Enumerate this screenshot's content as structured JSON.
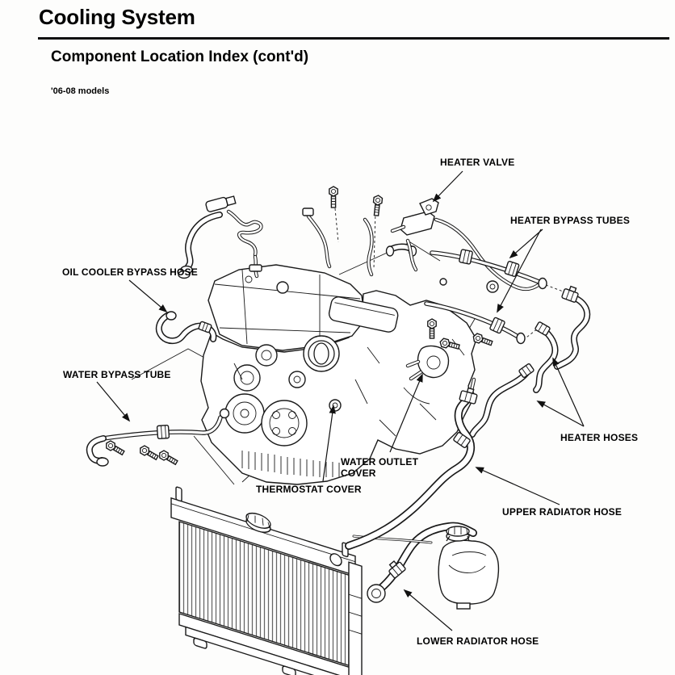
{
  "page": {
    "section_title": "Cooling System",
    "heading": "Component Location Index (cont'd)",
    "model_note": "'06-08 models"
  },
  "diagram": {
    "type": "engine-cooling-component-location-drawing",
    "line_color": "#1a1a1a",
    "watermark_color": "#a8c7de",
    "labels": [
      {
        "id": "heater-valve",
        "text": "HEATER VALVE"
      },
      {
        "id": "heater-bypass-tubes",
        "text": "HEATER BYPASS TUBES"
      },
      {
        "id": "oil-cooler-bypass-hose",
        "text": "OIL COOLER BYPASS HOSE"
      },
      {
        "id": "water-bypass-tube",
        "text": "WATER BYPASS TUBE"
      },
      {
        "id": "heater-hoses",
        "text": "HEATER HOSES"
      },
      {
        "id": "water-outlet-cover",
        "line1": "WATER OUTLET",
        "line2": "COVER"
      },
      {
        "id": "thermostat-cover",
        "text": "THERMOSTAT COVER"
      },
      {
        "id": "upper-radiator-hose",
        "text": "UPPER RADIATOR HOSE"
      },
      {
        "id": "lower-radiator-hose",
        "text": "LOWER RADIATOR HOSE"
      }
    ]
  }
}
